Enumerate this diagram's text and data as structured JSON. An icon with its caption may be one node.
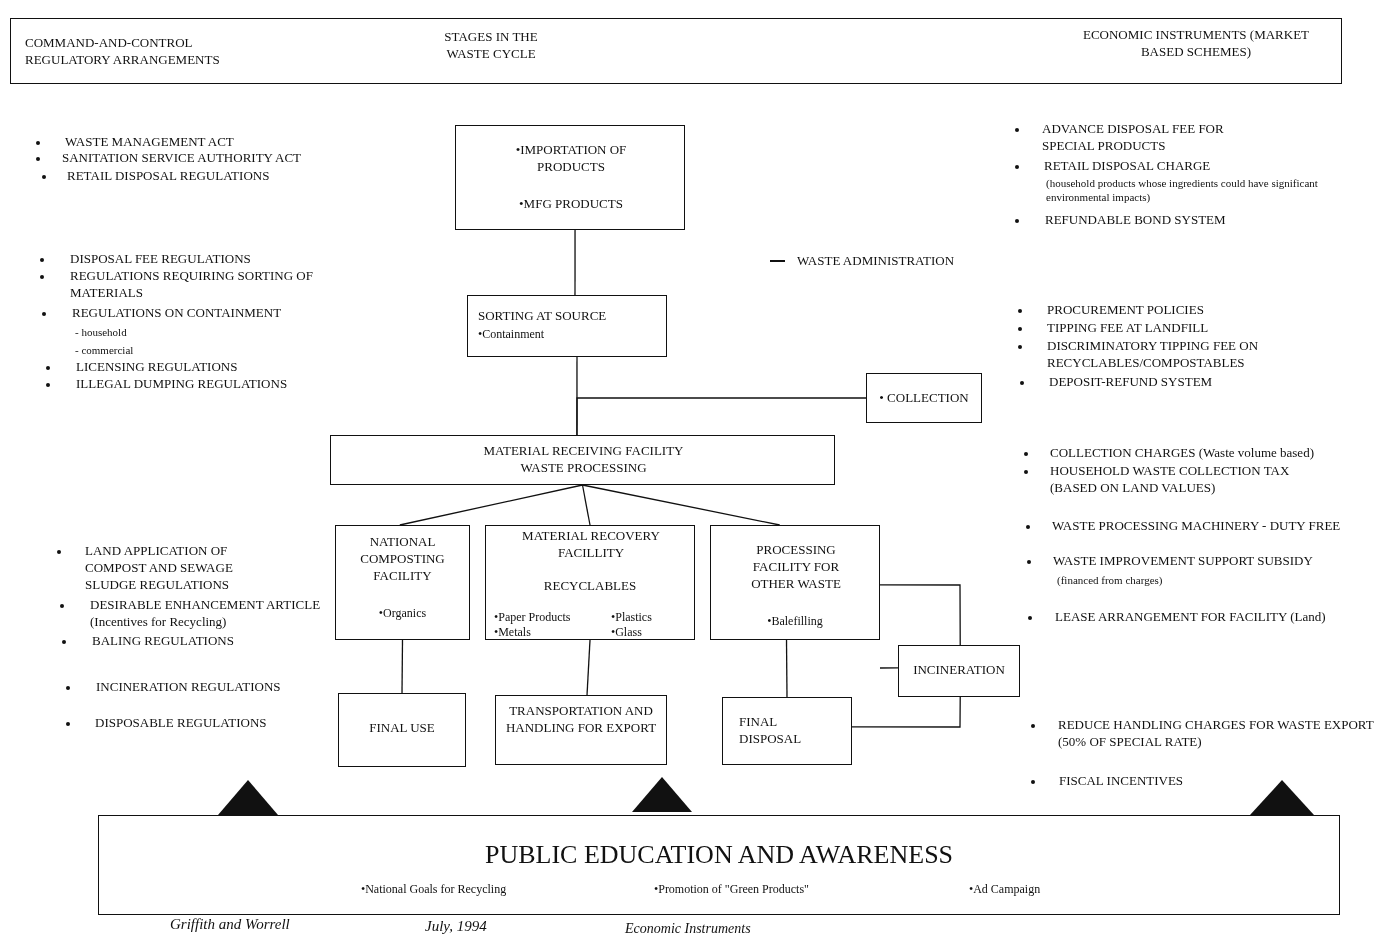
{
  "diagram": {
    "nodes": [
      {
        "text": [
          "COMMAND-AND-CONTROL REGULATORY ARRANGEMENTS",
          "STAGES IN THE WASTE CYCLE",
          "ECONOMIC INSTRUMENTS (MARKET BASED SCHEMES)"
        ]
      },
      {
        "text": [
          "•IMPORTATION OF PRODUCTS",
          "•MFG PRODUCTS"
        ]
      },
      {
        "text": [
          "SORTING AT SOURCE",
          "•Containment"
        ]
      },
      {
        "text": [
          "• COLLECTION"
        ]
      },
      {
        "text": [
          "MATERIAL RECEIVING FACILITY WASTE PROCESSING"
        ]
      },
      {
        "text": [
          "NATIONAL COMPOSTING FACILITY",
          "•Organics"
        ]
      },
      {
        "text": [
          "MATERIAL RECOVERY FACILLITY",
          "RECYCLABLES",
          "•Paper Products",
          "•Plastics",
          "•Metals",
          "•Glass"
        ]
      },
      {
        "text": [
          "PROCESSING FACILITY FOR OTHER WASTE",
          "•Balefilling"
        ]
      },
      {
        "text": [
          "INCINERATION"
        ]
      },
      {
        "text": [
          "FINAL USE"
        ]
      },
      {
        "text": [
          "TRANSPORTATION AND HANDLING FOR EXPORT"
        ]
      },
      {
        "text": [
          "FINAL DISPOSAL"
        ]
      },
      {
        "text": [
          "PUBLIC EDUCATION AND AWARENESS",
          "•National Goals for Recycling",
          "•Promotion of \"Green Products\"",
          "•Ad Campaign"
        ]
      },
      {
        "text": [],
        "shape": "triangle"
      },
      {
        "text": [],
        "shape": "triangle"
      },
      {
        "text": [],
        "shape": "triangle"
      }
    ],
    "edges": [
      {
        "from": 1,
        "to": 2,
        "arrow": "none"
      },
      {
        "from": 2,
        "to": 4,
        "arrow": "none"
      },
      {
        "from": 3,
        "to": 4,
        "arrow": "none"
      },
      {
        "from": 4,
        "to": 5,
        "arrow": "none"
      },
      {
        "from": 4,
        "to": 6,
        "arrow": "none"
      },
      {
        "from": 4,
        "to": 7,
        "arrow": "none"
      },
      {
        "from": 5,
        "to": 9,
        "arrow": "none"
      },
      {
        "from": 6,
        "to": 10,
        "arrow": "none"
      },
      {
        "from": 7,
        "to": 11,
        "arrow": "none"
      },
      {
        "from": 7,
        "to": 8,
        "arrow": "none"
      },
      {
        "from": 8,
        "to": 11,
        "arrow": "none"
      },
      {
        "from": null,
        "to": 8,
        "arrow": "none"
      }
    ],
    "labels": [
      "WASTE MANAGEMENT ACT",
      "SANITATION SERVICE AUTHORITY ACT",
      "RETAIL DISPOSAL REGULATIONS",
      "ADVANCE DISPOSAL FEE FOR SPECIAL PRODUCTS",
      "RETAIL DISPOSAL CHARGE",
      "(household products whose ingredients could have significant environmental impacts)",
      "REFUNDABLE BOND SYSTEM",
      "DISPOSAL FEE REGULATIONS",
      "REGULATIONS REQUIRING SORTING OF MATERIALS",
      "REGULATIONS ON CONTAINMENT",
      "- household",
      "- commercial",
      "LICENSING REGULATIONS",
      "ILLEGAL DUMPING REGULATIONS",
      "PROCUREMENT POLICIES",
      "TIPPING FEE AT LANDFILL",
      "DISCRIMINATORY TIPPING FEE ON RECYCLABLES/COMPOSTABLES",
      "DEPOSIT-REFUND SYSTEM",
      "COLLECTION CHARGES (Waste volume based)",
      "HOUSEHOLD WASTE COLLECTION TAX (BASED ON LAND VALUES)",
      "WASTE PROCESSING MACHINERY - DUTY FREE",
      "WASTE IMPROVEMENT SUPPORT SUBSIDY",
      "(financed from charges)",
      "LAND APPLICATION OF COMPOST AND SEWAGE SLUDGE REGULATIONS",
      "DESIRABLE ENHANCEMENT ARTICLE (Incentives for Recycling)",
      "BALING REGULATIONS",
      "LEASE ARRANGEMENT FOR FACILITY (Land)",
      "INCINERATION REGULATIONS",
      "DISPOSABLE REGULATIONS",
      "REDUCE HANDLING CHARGES FOR WASTE EXPORT (50% OF SPECIAL RATE)",
      "FISCAL INCENTIVES",
      "Griffith and Worrell",
      "July, 1994",
      "Economic Instruments"
    ],
    "legend": [
      {
        "text": "WASTE ADMINISTRATION"
      }
    ]
  }
}
